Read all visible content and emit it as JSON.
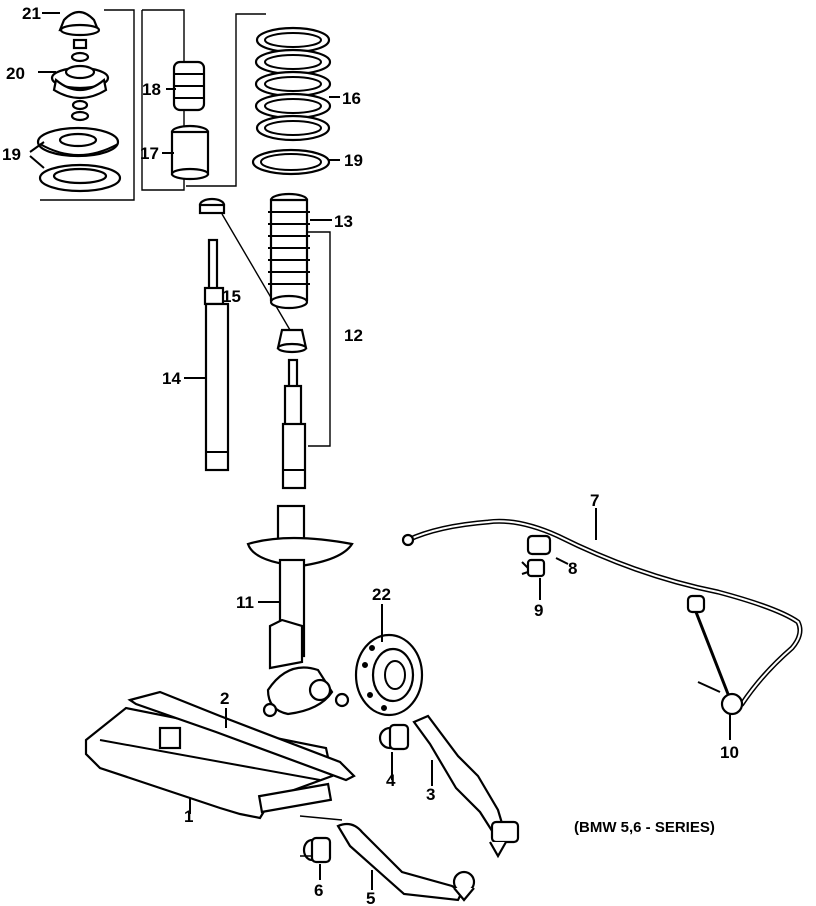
{
  "labels": {
    "p1": "1",
    "p2": "2",
    "p3": "3",
    "p4": "4",
    "p5": "5",
    "p6": "6",
    "p7": "7",
    "p8": "8",
    "p9": "9",
    "p10": "10",
    "p11": "11",
    "p12": "12",
    "p13": "13",
    "p14": "14",
    "p15": "15",
    "p16": "16",
    "p17": "17",
    "p18": "18",
    "p19a": "19",
    "p19b": "19",
    "p20": "20",
    "p21": "21",
    "p22": "22"
  },
  "caption": "(BMW 5,6 - SERIES)"
}
